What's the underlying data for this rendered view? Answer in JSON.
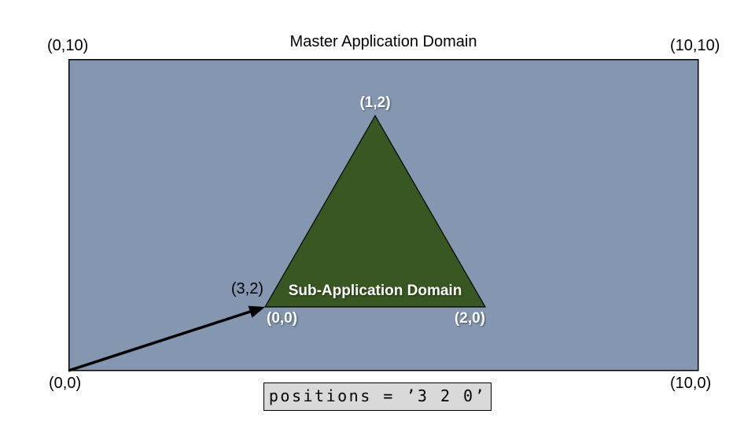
{
  "diagram": {
    "title": "Master Application Domain",
    "master_domain": {
      "fill": "#8496B0",
      "corner_top_left": "(0,10)",
      "corner_top_right": "(10,10)",
      "corner_bottom_left": "(0,0)",
      "corner_bottom_right": "(10,0)"
    },
    "sub_domain": {
      "label": "Sub-Application Domain",
      "fill": "#395722",
      "vertex_apex": "(1,2)",
      "vertex_origin": "(0,0)",
      "vertex_right": "(2,0)"
    },
    "offset": {
      "label": "(3,2)"
    },
    "code_box": {
      "text": "positions = ’3 2 0’",
      "fill": "#D9D9D9"
    }
  }
}
